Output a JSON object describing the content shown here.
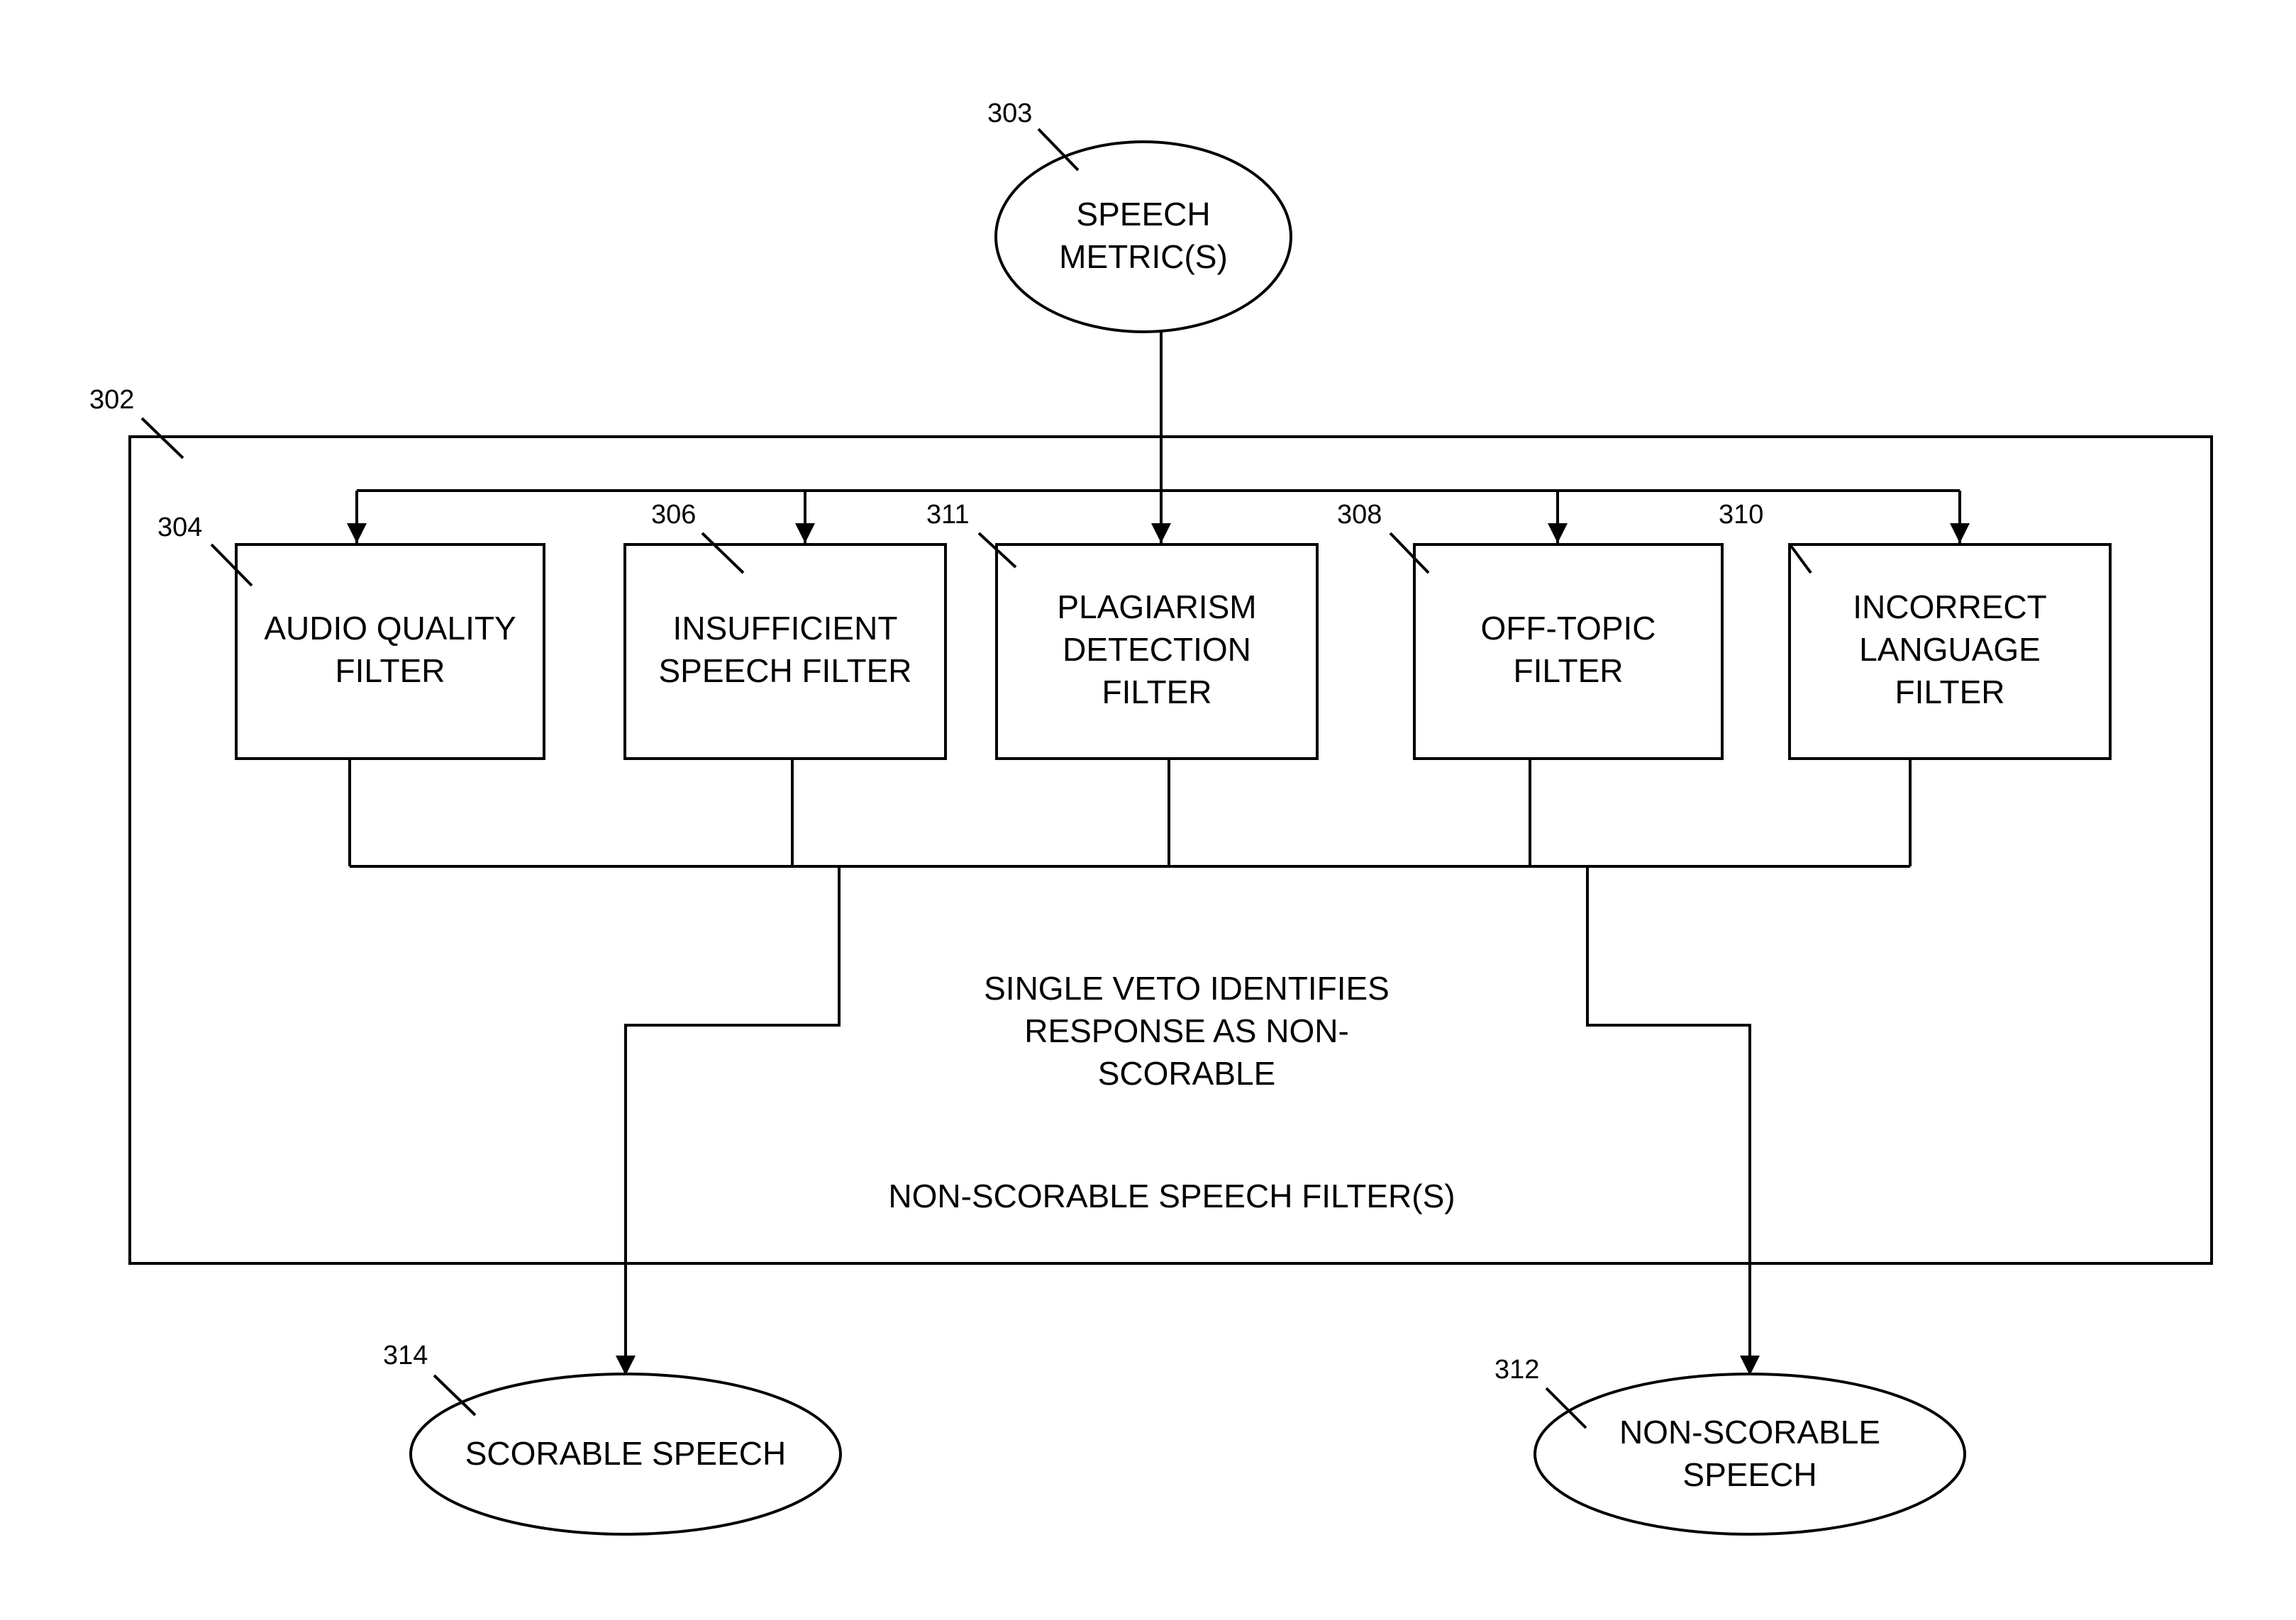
{
  "diagram": {
    "speech_metrics": {
      "ref": "303",
      "lines": [
        "SPEECH",
        "METRIC(S)"
      ]
    },
    "filter_container": {
      "ref": "302",
      "label": "NON-SCORABLE SPEECH FILTER(S)"
    },
    "filters": [
      {
        "ref": "304",
        "lines": [
          "AUDIO QUALITY",
          "FILTER"
        ]
      },
      {
        "ref": "306",
        "lines": [
          "INSUFFICIENT",
          "SPEECH FILTER"
        ]
      },
      {
        "ref": "311",
        "lines": [
          "PLAGIARISM",
          "DETECTION",
          "FILTER"
        ]
      },
      {
        "ref": "308",
        "lines": [
          "OFF-TOPIC",
          "FILTER"
        ]
      },
      {
        "ref": "310",
        "lines": [
          "INCORRECT",
          "LANGUAGE",
          "FILTER"
        ]
      }
    ],
    "veto_note": [
      "SINGLE VETO IDENTIFIES",
      "RESPONSE AS NON-",
      "SCORABLE"
    ],
    "scorable": {
      "ref": "314",
      "lines": [
        "SCORABLE SPEECH"
      ]
    },
    "non_scorable": {
      "ref": "312",
      "lines": [
        "NON-SCORABLE",
        "SPEECH"
      ]
    }
  }
}
